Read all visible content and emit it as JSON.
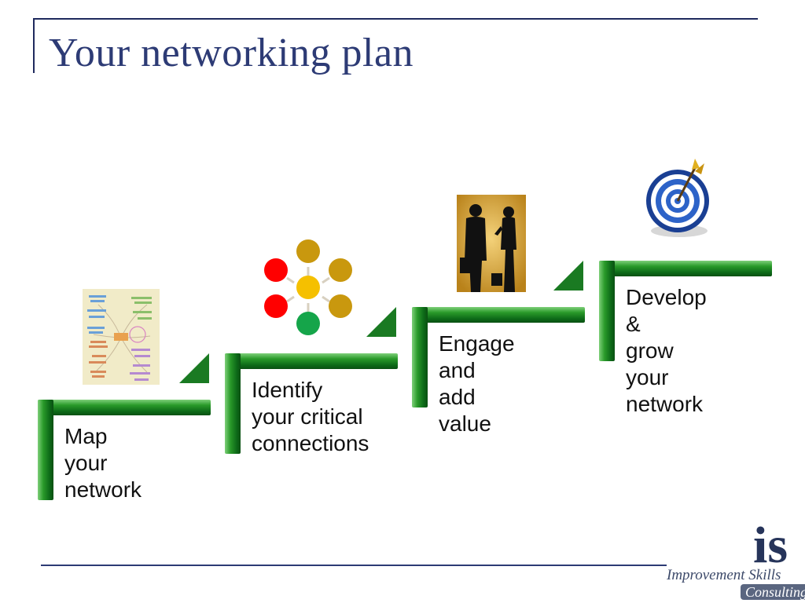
{
  "slide": {
    "title": "Your networking plan"
  },
  "steps": [
    {
      "label": "Map your\nnetwork",
      "picture": "mind-map-image"
    },
    {
      "label": "Identify\nyour critical\nconnections",
      "picture": "connection-circles-image"
    },
    {
      "label": "Engage\nand add\nvalue",
      "picture": "business-silhouettes-image"
    },
    {
      "label": "Develop &\ngrow your\nnetwork",
      "picture": "dartboard-target-image"
    }
  ],
  "logo": {
    "mark": "is",
    "line1": "Improvement Skills",
    "line2": "Consulting"
  },
  "colors": {
    "title": "#2d3b75",
    "step_green": "#1a7a22",
    "circle_red": "#ff0000",
    "circle_gold": "#c9980e",
    "circle_yellow": "#f5c000",
    "circle_green": "#15a54a",
    "target_blue": "#2d63c8"
  },
  "icons": {
    "step_arrow": "triangle-up-right-icon"
  }
}
